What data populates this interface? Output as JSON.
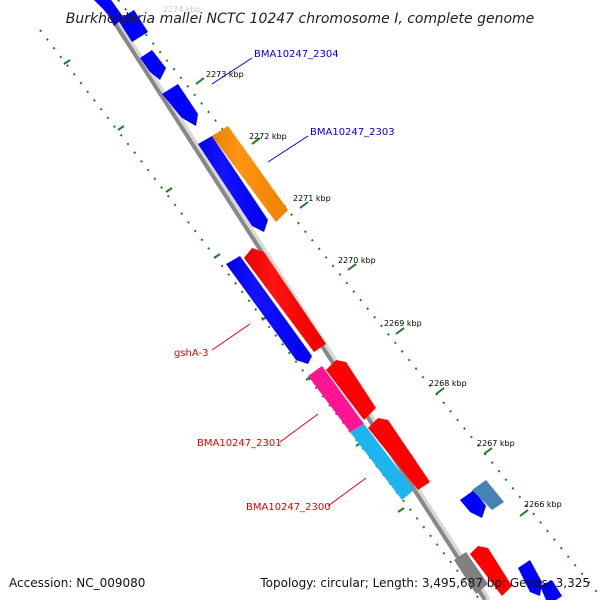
{
  "title": "Burkholderia mallei NCTC 10247 chromosome I, complete genome",
  "footer": {
    "accession": "Accession: NC_009080",
    "summary": "Topology: circular; Length: 3,495,687 bp; Genes: 3,325"
  },
  "colors": {
    "backbone": "#888888",
    "tick": "#1e7e1e",
    "dots": "#1e7e1e",
    "forward_gene": "#ff0000",
    "reverse_gene": "#0000ff",
    "orange_gene": "#ff8c00",
    "magenta_gene": "#ff1493",
    "cyan_gene": "#1eb4f0",
    "steel_gene": "#4682b4",
    "gray_gene": "#808080",
    "label_blue": "#0000cc",
    "label_red": "#e00000"
  },
  "scale_labels": [
    {
      "text": "2274 kbp",
      "faded": true
    },
    {
      "text": "2273 kbp"
    },
    {
      "text": "2272 kbp"
    },
    {
      "text": "2271 kbp"
    },
    {
      "text": "2270 kbp"
    },
    {
      "text": "2269 kbp"
    },
    {
      "text": "2268 kbp"
    },
    {
      "text": "2267 kbp"
    },
    {
      "text": "2266 kbp"
    }
  ],
  "gene_labels": [
    {
      "text": "BMA10247_2304",
      "color": "blue"
    },
    {
      "text": "BMA10247_2303",
      "color": "blue"
    },
    {
      "text": "gshA-3",
      "color": "red"
    },
    {
      "text": "BMA10247_2301",
      "color": "red"
    },
    {
      "text": "BMA10247_2300",
      "color": "red"
    }
  ]
}
